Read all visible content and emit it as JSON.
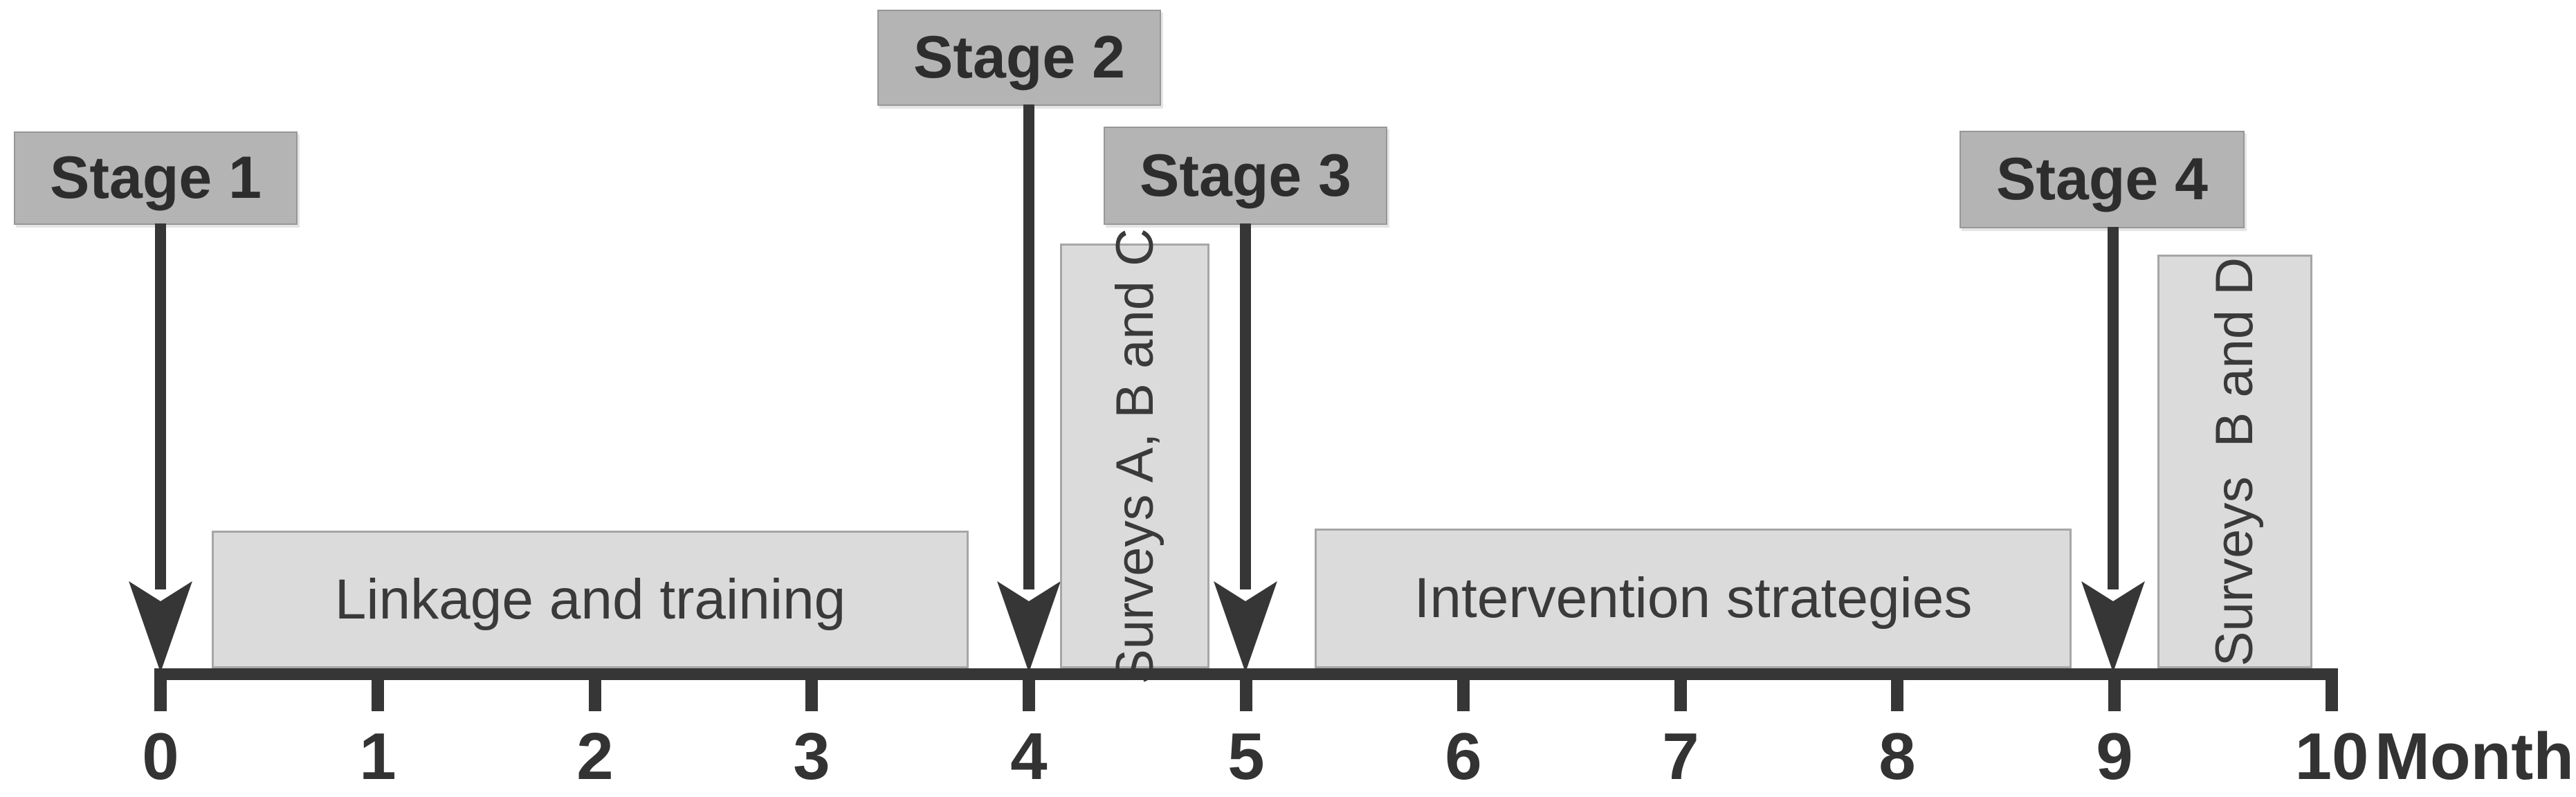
{
  "figure": {
    "type": "timeline-diagram",
    "axis": {
      "unit_label": "Month",
      "min": 0,
      "max": 10,
      "ticks": [
        "0",
        "1",
        "2",
        "3",
        "4",
        "5",
        "6",
        "7",
        "8",
        "9",
        "10"
      ]
    },
    "stages": [
      {
        "label": "Stage 1",
        "arrow_month": 0
      },
      {
        "label": "Stage 2",
        "arrow_month": 4
      },
      {
        "label": "Stage 3",
        "arrow_month": 5
      },
      {
        "label": "Stage 4",
        "arrow_month": 9
      }
    ],
    "activities": [
      {
        "label": "Linkage and training",
        "orientation": "horizontal",
        "start_month": 0.25,
        "end_month": 3.7
      },
      {
        "label": "Surveys A, B and C",
        "orientation": "vertical",
        "start_month": 4.15,
        "end_month": 4.85
      },
      {
        "label": "Intervention strategies",
        "orientation": "horizontal",
        "start_month": 5.3,
        "end_month": 8.8
      },
      {
        "label": "Surveys  B and D",
        "orientation": "vertical",
        "start_month": 9.2,
        "end_month": 9.9
      }
    ],
    "colors": {
      "stage_box_fill": "#b4b4b4",
      "activity_box_fill": "#dbdbdb",
      "activity_box_border": "#a6a6a6",
      "line_and_arrow": "#363636",
      "text": "#2d2d2d"
    }
  }
}
